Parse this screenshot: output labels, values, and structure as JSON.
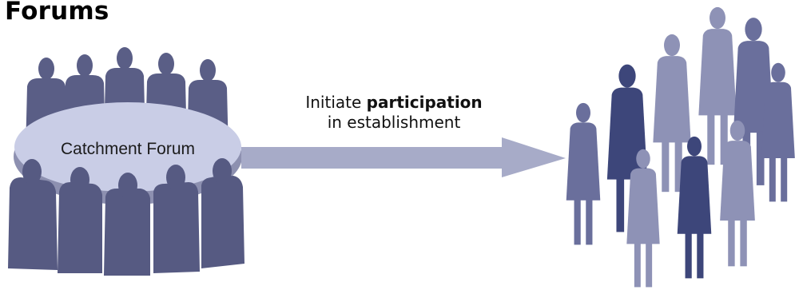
{
  "title": "Forums",
  "forum_label": "Catchment Forum",
  "annotation": {
    "line1_prefix": "Initiate",
    "line1_bold": "participation",
    "line2": "in establishment"
  },
  "colors": {
    "back_people": "#5a5e86",
    "front_people": "#565a82",
    "table": "#c9cde6",
    "arrow": "#a7abc8",
    "crowd_light": "#8e92b6",
    "crowd_mid": "#6a6f9c",
    "crowd_dark": "#3d467a"
  }
}
